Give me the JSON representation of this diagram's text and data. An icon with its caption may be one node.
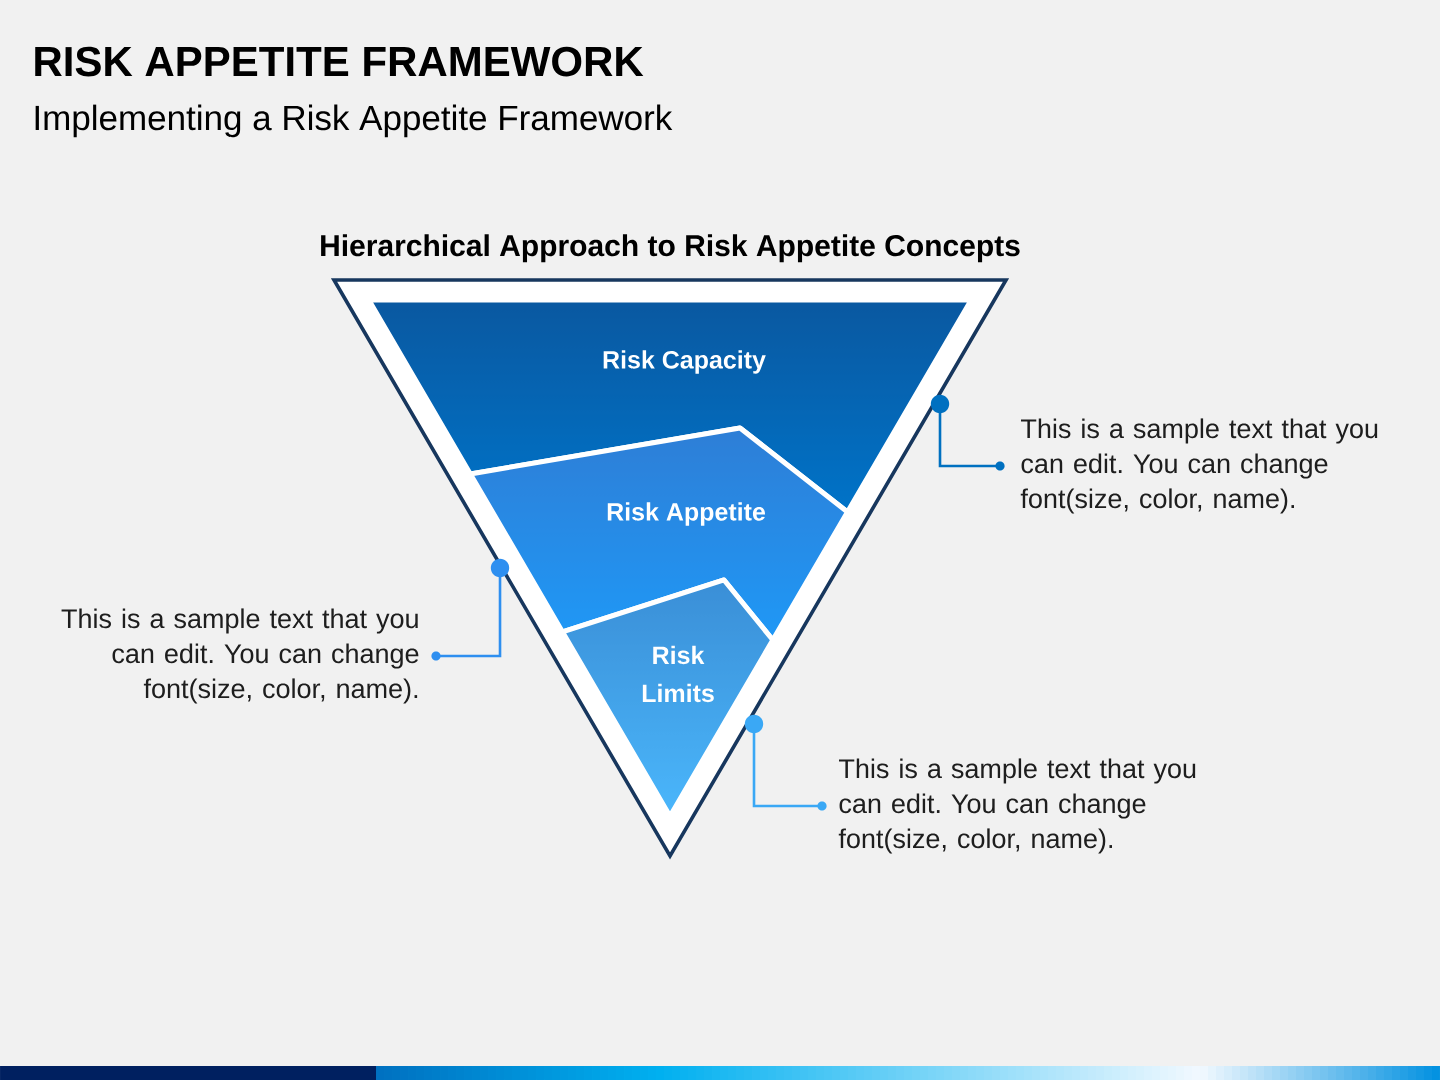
{
  "diagram": {
    "title": "RISK APPETITE FRAMEWORK",
    "nodes": [
      {
        "text": [
          "Risk Capacity"
        ]
      },
      {
        "text": [
          "Risk Appetite"
        ]
      },
      {
        "text": [
          "Risk Limits"
        ]
      },
      {
        "text": [
          "This is a sample text that you can edit. You can change font(size, color, name)."
        ]
      },
      {
        "text": [
          "This is a sample text that you can edit. You can change font(size, color, name)."
        ]
      },
      {
        "text": [
          "This is a sample text that you can edit. You can change font(size, color, name)."
        ]
      }
    ],
    "edges": [
      {
        "from": 3,
        "to": 0,
        "arrow": "other",
        "color": "#0070c0"
      },
      {
        "from": 4,
        "to": 1,
        "arrow": "other",
        "color": "#2e8ff0"
      },
      {
        "from": 5,
        "to": 2,
        "arrow": "other",
        "color": "#3aa8f5"
      }
    ],
    "labels": [
      "Implementing a Risk Appetite Framework",
      "Hierarchical Approach to Risk Appetite Concepts"
    ]
  }
}
